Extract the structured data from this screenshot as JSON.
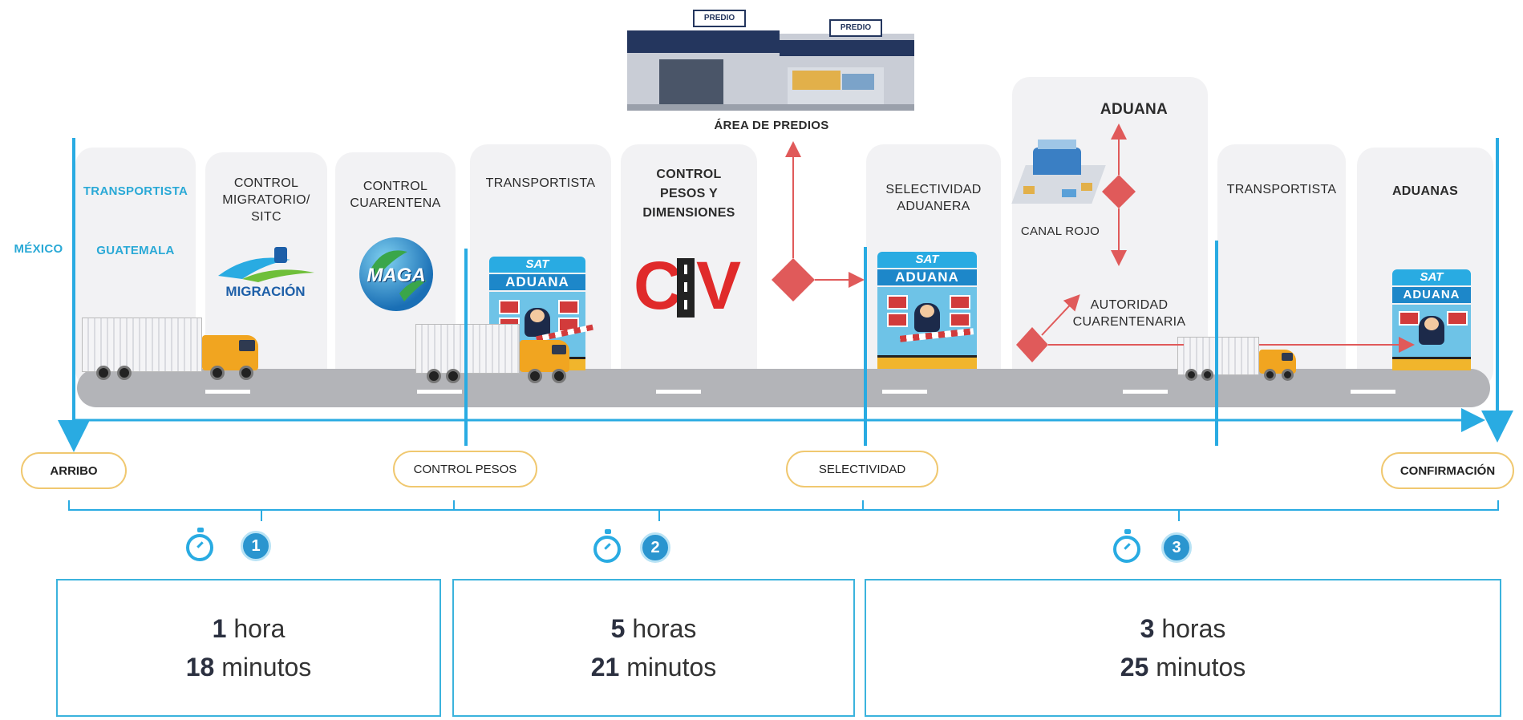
{
  "labels": {
    "mexico": "MÉXICO",
    "transportista_gt": "TRANSPORTISTA",
    "guatemala": "GUATEMALA",
    "control_migratorio": "CONTROL\nMIGRATORIO/\nSITC",
    "control_cuarentena": "CONTROL\nCUARENTENA",
    "transportista_1": "TRANSPORTISTA",
    "control_pesos_dim": "CONTROL\nPESOS Y\nDIMENSIONES",
    "area_predios": "ÁREA DE PREDIOS",
    "predio_1": "PREDIO",
    "predio_2": "PREDIO",
    "selectividad_aduanera": "SELECTIVIDAD\nADUANERA",
    "aduana_title": "ADUANA",
    "canal_rojo": "CANAL ROJO",
    "autoridad_cuarentenaria": "AUTORIDAD\nCUARENTENARIA",
    "transportista_2": "TRANSPORTISTA",
    "aduanas": "ADUANAS"
  },
  "logos": {
    "migracion": "MIGRACIÓN",
    "maga": "MAGA",
    "civ_c": "C",
    "civ_v": "V",
    "sat": "SAT",
    "aduana_sign": "ADUANA"
  },
  "milestones": {
    "arribo": "ARRIBO",
    "control_pesos": "CONTROL PESOS",
    "selectividad": "SELECTIVIDAD",
    "confirmacion": "CONFIRMACIÓN"
  },
  "steps": [
    {
      "number": "1",
      "hours_value": "1",
      "hours_unit": "hora",
      "minutes_value": "18",
      "minutes_unit": "minutos"
    },
    {
      "number": "2",
      "hours_value": "5",
      "hours_unit": "horas",
      "minutes_value": "21",
      "minutes_unit": "minutos"
    },
    {
      "number": "3",
      "hours_value": "3",
      "hours_unit": "horas",
      "minutes_value": "25",
      "minutes_unit": "minutos"
    }
  ],
  "colors": {
    "accent_blue": "#29abe2",
    "decision_red": "#e05a5a",
    "pill_border": "#f0c870",
    "road": "#b3b4b8",
    "panel": "#f2f2f4"
  }
}
